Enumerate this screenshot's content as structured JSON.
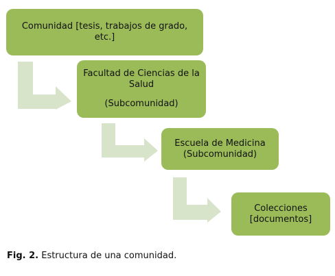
{
  "diagram": {
    "box_color": "#9bbb59",
    "arrow_color": "#d8e4c9",
    "boxes": [
      {
        "lines": [
          "Comunidad [tesis, trabajos de grado,",
          "etc.]"
        ]
      },
      {
        "lines": [
          "Facultad de Ciencias de la",
          "Salud"
        ],
        "sub": "(Subcomunidad)"
      },
      {
        "lines": [
          "Escuela de Medicina",
          "(Subcomunidad)"
        ]
      },
      {
        "lines": [
          "Colecciones",
          "[documentos]"
        ]
      }
    ]
  },
  "caption": {
    "label": "Fig. 2.",
    "text": " Estructura de una comunidad."
  }
}
